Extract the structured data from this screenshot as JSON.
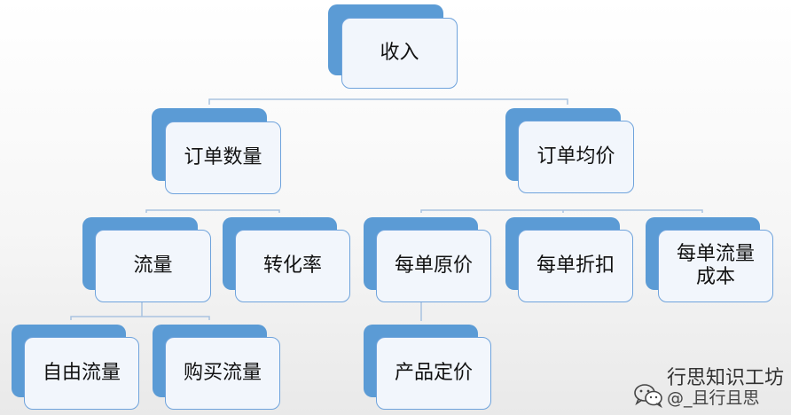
{
  "diagram": {
    "root": {
      "label": "收入"
    },
    "level1": {
      "order_count": {
        "label": "订单数量"
      },
      "order_avg_price": {
        "label": "订单均价"
      }
    },
    "level2": {
      "traffic": {
        "label": "流量"
      },
      "conversion_rate": {
        "label": "转化率"
      },
      "unit_original_price": {
        "label": "每单原价"
      },
      "unit_discount": {
        "label": "每单折扣"
      },
      "unit_traffic_cost": {
        "label": "每单流量\n成本"
      }
    },
    "level3": {
      "free_traffic": {
        "label": "自由流量"
      },
      "paid_traffic": {
        "label": "购买流量"
      },
      "product_pricing": {
        "label": "产品定价"
      }
    },
    "colors": {
      "box_back": "#5b9bd5",
      "box_front": "#f2f6fc",
      "box_border": "#6fa3dc",
      "connector": "#a9c3e0"
    }
  },
  "watermark": {
    "line1": "行思知识工坊",
    "line2": "@_且行且思"
  }
}
